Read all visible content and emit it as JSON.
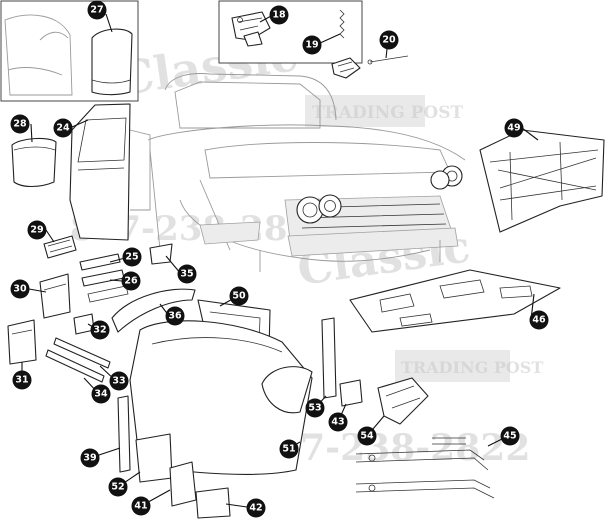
{
  "watermark": {
    "logo_text": "Classic",
    "banner_text": "TRADING POST",
    "phone_text": "877-238-2822",
    "color": "#c9c9c9"
  },
  "callouts": [
    {
      "id": "callout-27",
      "label": "27"
    },
    {
      "id": "callout-18",
      "label": "18"
    },
    {
      "id": "callout-19",
      "label": "19"
    },
    {
      "id": "callout-20",
      "label": "20"
    },
    {
      "id": "callout-28",
      "label": "28"
    },
    {
      "id": "callout-24",
      "label": "24"
    },
    {
      "id": "callout-49",
      "label": "49"
    },
    {
      "id": "callout-29",
      "label": "29"
    },
    {
      "id": "callout-25",
      "label": "25"
    },
    {
      "id": "callout-26",
      "label": "26"
    },
    {
      "id": "callout-35",
      "label": "35"
    },
    {
      "id": "callout-30",
      "label": "30"
    },
    {
      "id": "callout-50",
      "label": "50"
    },
    {
      "id": "callout-36",
      "label": "36"
    },
    {
      "id": "callout-46",
      "label": "46"
    },
    {
      "id": "callout-32",
      "label": "32"
    },
    {
      "id": "callout-31",
      "label": "31"
    },
    {
      "id": "callout-33",
      "label": "33"
    },
    {
      "id": "callout-34",
      "label": "34"
    },
    {
      "id": "callout-53",
      "label": "53"
    },
    {
      "id": "callout-43",
      "label": "43"
    },
    {
      "id": "callout-54",
      "label": "54"
    },
    {
      "id": "callout-45",
      "label": "45"
    },
    {
      "id": "callout-39",
      "label": "39"
    },
    {
      "id": "callout-51",
      "label": "51"
    },
    {
      "id": "callout-52",
      "label": "52"
    },
    {
      "id": "callout-41",
      "label": "41"
    },
    {
      "id": "callout-42",
      "label": "42"
    }
  ],
  "colors": {
    "badge": "#111111",
    "line": "#222222",
    "ghost": "#9a9a9a"
  }
}
